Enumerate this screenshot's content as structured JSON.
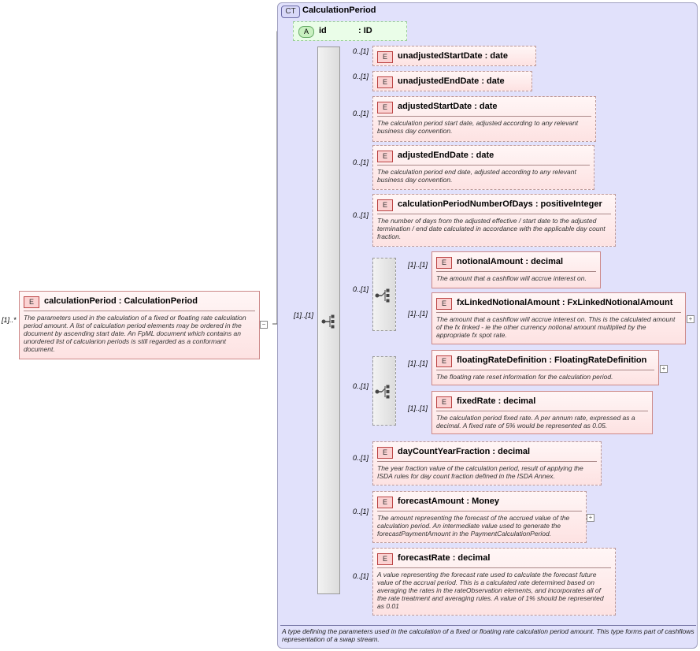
{
  "root": {
    "cardinality": "[1]..*",
    "name": "calculationPeriod : CalculationPeriod",
    "doc": "The parameters used in the calculation of a fixed or floating rate calculation period amount. A list of calculation period elements may be ordered in the document by ascending start date. An FpML document which contains an unordered list of calcularion periods is still regarded as a conformant document."
  },
  "complex_type": {
    "badge": "CT",
    "name": "CalculationPeriod",
    "footer": "A type defining the parameters used in the calculation of a fixed or floating rate calculation period amount. This type forms part of cashflows representation of a swap stream."
  },
  "attribute": {
    "badge": "A",
    "name": "id",
    "type": ": ID"
  },
  "sequence": {
    "cardinality": "[1]..[1]"
  },
  "elements": [
    {
      "cardinality": "0..[1]",
      "name": "unadjustedStartDate : date",
      "doc": ""
    },
    {
      "cardinality": "0..[1]",
      "name": "unadjustedEndDate : date",
      "doc": ""
    },
    {
      "cardinality": "0..[1]",
      "name": "adjustedStartDate : date",
      "doc": "The calculation period start date, adjusted according to any relevant business day convention."
    },
    {
      "cardinality": "0..[1]",
      "name": "adjustedEndDate : date",
      "doc": "The calculation period end date, adjusted according to any relevant business day convention."
    },
    {
      "cardinality": "0..[1]",
      "name": "calculationPeriodNumberOfDays : positiveInteger",
      "doc": "The number of days from the adjusted effective / start date to the adjusted termination / end date calculated in accordance with the applicable day count fraction."
    },
    {
      "cardinality": "0..[1]",
      "name": "dayCountYearFraction : decimal",
      "doc": "The year fraction value of the calculation period, result of applying the ISDA rules for day count fraction defined in the ISDA Annex."
    },
    {
      "cardinality": "0..[1]",
      "name": "forecastAmount : Money",
      "doc": "The amount representing the forecast of the accrued value of the calculation period. An intermediate value used to generate the forecastPaymentAmount in the PaymentCalculationPeriod."
    },
    {
      "cardinality": "0..[1]",
      "name": "forecastRate : decimal",
      "doc": "A value representing the forecast rate used to calculate the forecast future value of the accrual period. This is a calculated rate determined based on averaging the rates in the rateObservation elements, and incorporates all of the rate treatment and averaging rules. A value of 1% should be represented as 0.01"
    }
  ],
  "choices": [
    {
      "cardinality": "0..[1]",
      "options": [
        {
          "cardinality": "[1]..[1]",
          "name": "notionalAmount : decimal",
          "doc": "The amount that a cashflow will accrue interest on."
        },
        {
          "cardinality": "[1]..[1]",
          "name": "fxLinkedNotionalAmount : FxLinkedNotionalAmount",
          "doc": "The amount that a cashflow will accrue interest on. This is the calculated amount of the fx linked - ie the other currency notional amount multiplied by the appropriate fx spot rate."
        }
      ]
    },
    {
      "cardinality": "0..[1]",
      "options": [
        {
          "cardinality": "[1]..[1]",
          "name": "floatingRateDefinition : FloatingRateDefinition",
          "doc": "The floating rate reset information for the calculation period."
        },
        {
          "cardinality": "[1]..[1]",
          "name": "fixedRate : decimal",
          "doc": "The calculation period fixed rate. A per annum rate, expressed as a decimal. A fixed rate of 5% would be represented as 0.05."
        }
      ]
    }
  ],
  "badges": {
    "element": "E"
  },
  "icons": {
    "expand": "plus-icon",
    "collapse": "minus-icon",
    "sequence": "sequence-icon",
    "choice": "choice-icon"
  }
}
